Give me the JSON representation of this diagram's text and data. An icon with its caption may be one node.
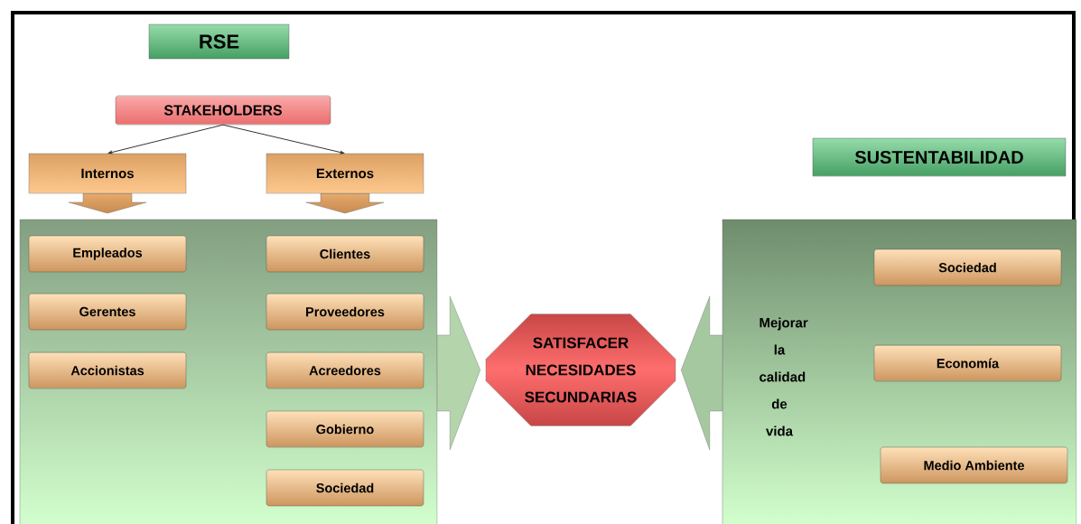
{
  "diagram": {
    "nodes": [
      {
        "text": [
          "RSE"
        ]
      },
      {
        "text": [
          "STAKEHOLDERS"
        ]
      },
      {
        "text": [
          "Internos"
        ]
      },
      {
        "text": [
          "Externos"
        ]
      },
      {
        "text": [],
        "shape": "box"
      },
      {
        "text": [
          "Empleados"
        ],
        "in": 4
      },
      {
        "text": [
          "Gerentes"
        ],
        "in": 4
      },
      {
        "text": [
          "Accionistas"
        ],
        "in": 4
      },
      {
        "text": [
          "Clientes"
        ],
        "in": 4
      },
      {
        "text": [
          "Proveedores"
        ],
        "in": 4
      },
      {
        "text": [
          "Acreedores"
        ],
        "in": 4
      },
      {
        "text": [
          "Gobierno"
        ],
        "in": 4
      },
      {
        "text": [
          "Sociedad"
        ],
        "in": 4
      },
      {
        "text": [
          "SATISFACER NECESIDADES SECUNDARIAS"
        ]
      },
      {
        "text": [
          "SUSTENTABILIDAD"
        ]
      },
      {
        "text": [
          "Mejorar la calidad de vida"
        ]
      },
      {
        "text": [
          "Sociedad"
        ],
        "in": 15
      },
      {
        "text": [
          "Economía"
        ],
        "in": 15
      },
      {
        "text": [
          "Medio Ambiente"
        ],
        "in": 15
      }
    ],
    "edges": [
      {
        "from": 1,
        "to": 2,
        "arrow": "to"
      },
      {
        "from": 1,
        "to": 3,
        "arrow": "to"
      },
      {
        "from": 4,
        "to": 13,
        "arrow": "to",
        "style": "thick",
        "color": "#b4d4ac"
      },
      {
        "from": 15,
        "to": 13,
        "arrow": "to",
        "style": "thick",
        "color": "#a6c8a0"
      }
    ]
  }
}
